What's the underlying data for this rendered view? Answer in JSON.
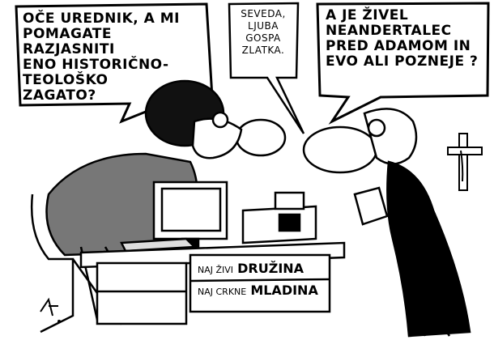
{
  "speech": {
    "editor_question": "OČE UREDNIK, A MI\nPOMAGATE RAZJASNITI\nENO HISTORIČNO-\nTEOLOŠKO\nZAGATO?",
    "priest_reply": "SEVEDA,\nLJUBA\nGOSPA\nZLATKA.",
    "woman_question": "A JE ŽIVEL\nNEANDERTALEC\nPRED ADAMOM IN\nEVO ALI POZNEJE ?"
  },
  "desk_sign": {
    "line1_small": "NAJ ŽIVI",
    "line1_big": "DRUŽINA",
    "line2_small": "NAJ CRKNE",
    "line2_big": "MLADINA"
  }
}
